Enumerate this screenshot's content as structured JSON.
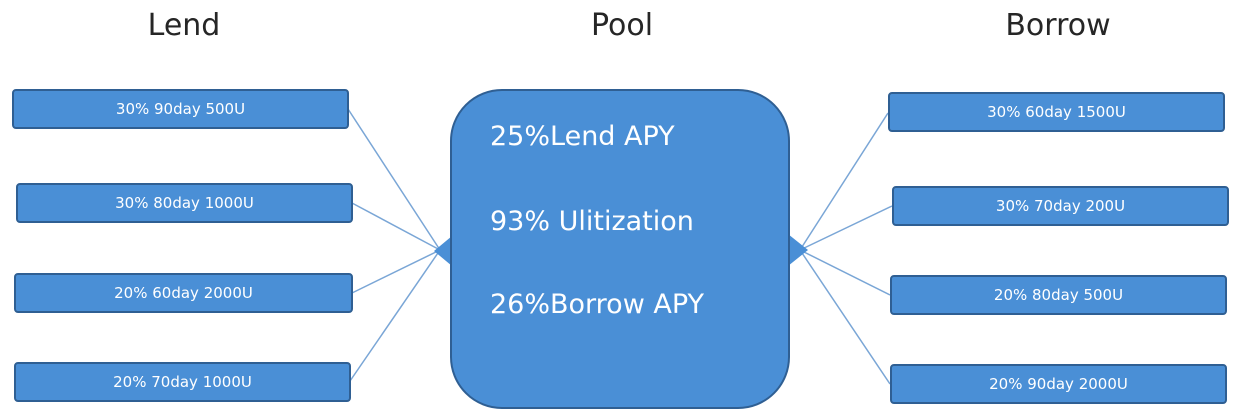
{
  "columns": {
    "lend": "Lend",
    "pool": "Pool",
    "borrow": "Borrow"
  },
  "lend_items": [
    "30% 90day 500U",
    "30% 80day 1000U",
    "20% 60day 2000U",
    "20% 70day 1000U"
  ],
  "pool_lines": [
    "25%Lend APY",
    "93% Ulitization",
    "26%Borrow APY"
  ],
  "borrow_items": [
    "30% 60day 1500U",
    "30% 70day 200U",
    "20% 80day 500U",
    "20% 90day 2000U"
  ],
  "colors": {
    "box_fill": "#4a8fd6",
    "box_border": "#2f5f93",
    "connector": "#7aa6d6"
  }
}
